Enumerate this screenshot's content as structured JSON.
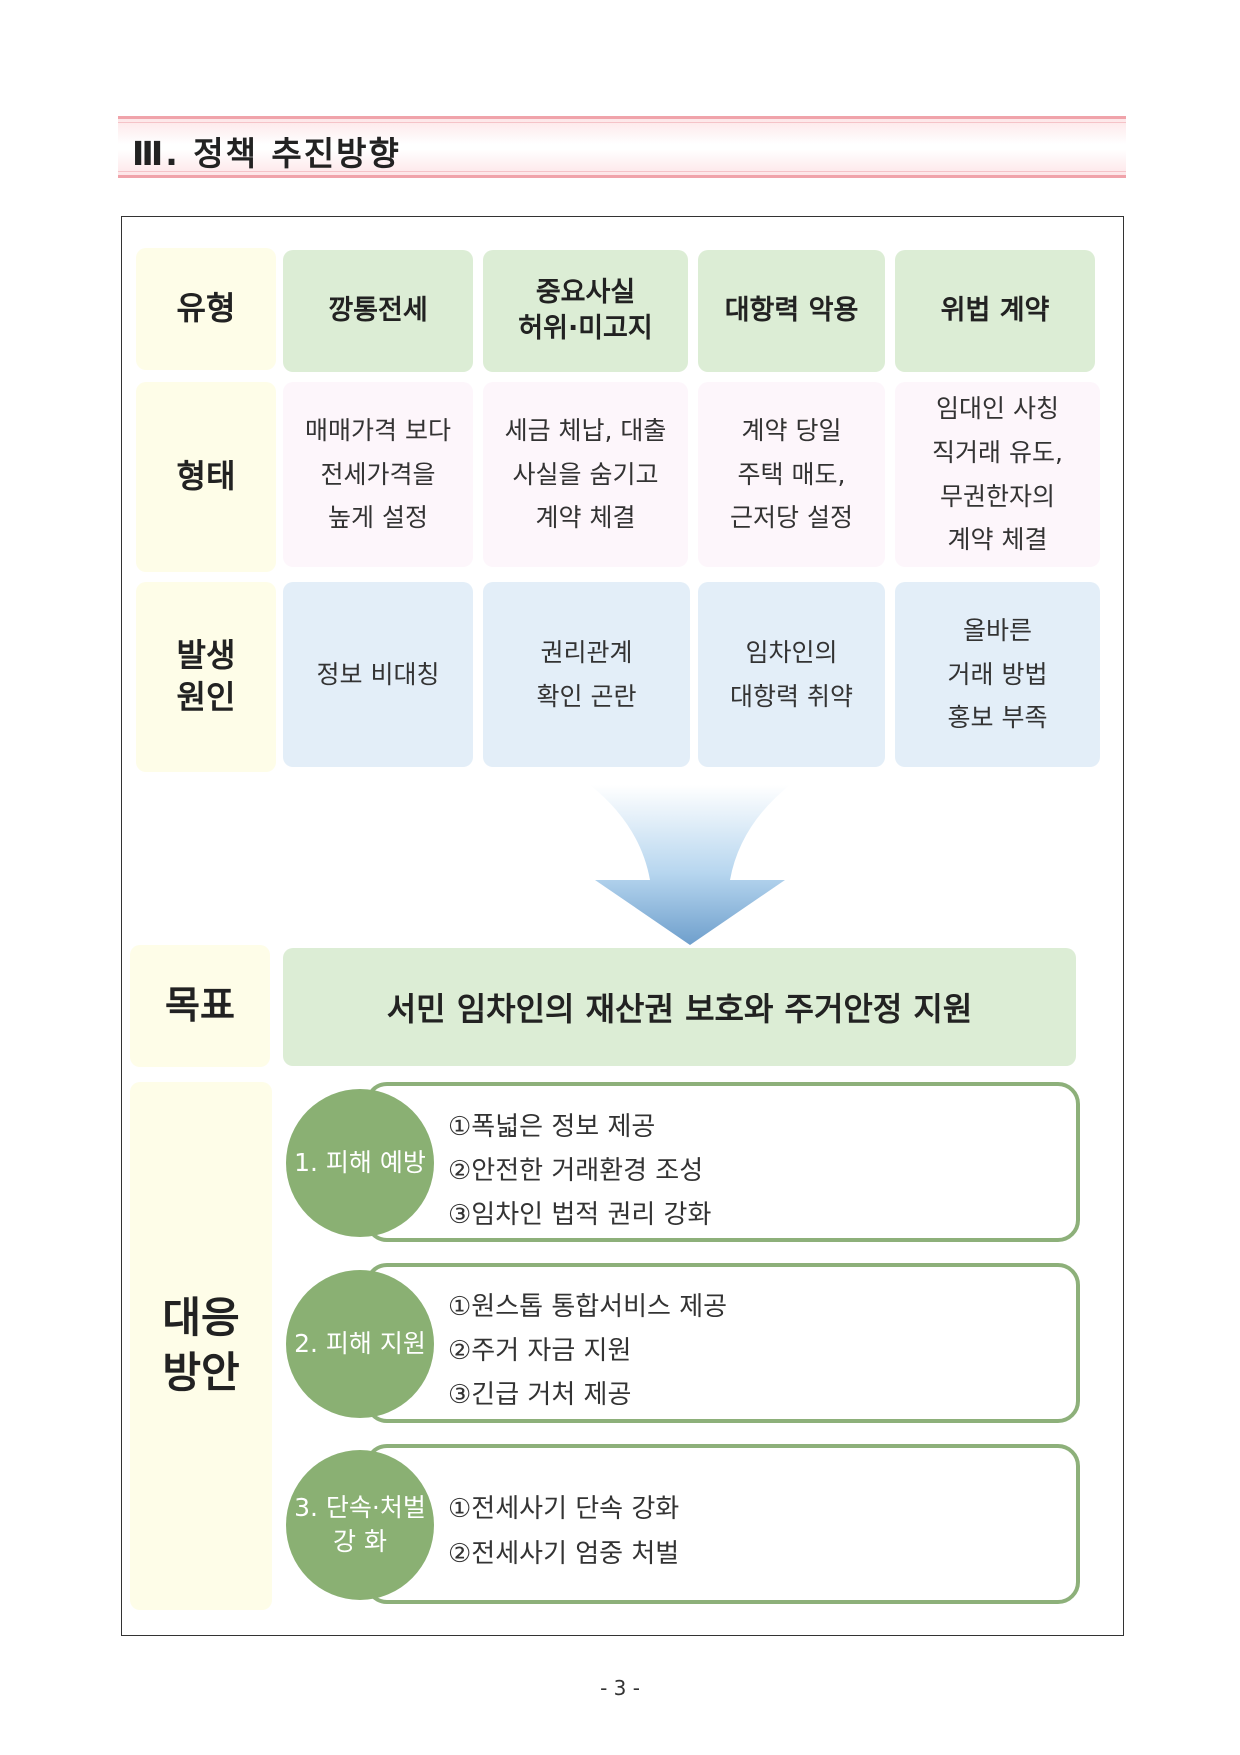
{
  "section_title": "Ⅲ. 정책 추진방향",
  "rows": {
    "type_label": "유형",
    "form_label": "형태",
    "cause_label": "발생\n원인",
    "goal_label": "목표",
    "response_label": "대응\n방안"
  },
  "types": [
    "깡통전세",
    "중요사실\n허위·미고지",
    "대항력 악용",
    "위법 계약"
  ],
  "forms": [
    "매매가격 보다\n전세가격을\n높게 설정",
    "세금 체납, 대출\n사실을 숨기고\n계약 체결",
    "계약 당일\n주택 매도,\n근저당 설정",
    "임대인 사칭\n직거래 유도,\n무권한자의\n계약 체결"
  ],
  "causes": [
    "정보 비대칭",
    "권리관계\n확인 곤란",
    "임차인의\n대항력 취약",
    "올바른\n거래 방법\n홍보 부족"
  ],
  "goal": "서민 임차인의 재산권 보호와 주거안정 지원",
  "responses": [
    {
      "title": "1. 피해 예방",
      "items": [
        "①폭넓은 정보 제공",
        "②안전한 거래환경 조성",
        "③임차인 법적 권리 강화"
      ]
    },
    {
      "title": "2. 피해 지원",
      "items": [
        "①원스톱 통합서비스 제공",
        "②주거 자금 지원",
        "③긴급 거처 제공"
      ]
    },
    {
      "title": "3. 단속·처벌\n강 화",
      "items": [
        "①전세사기 단속 강화",
        "②전세사기 엄중 처벌"
      ]
    }
  ],
  "page_number": "- 3 -"
}
